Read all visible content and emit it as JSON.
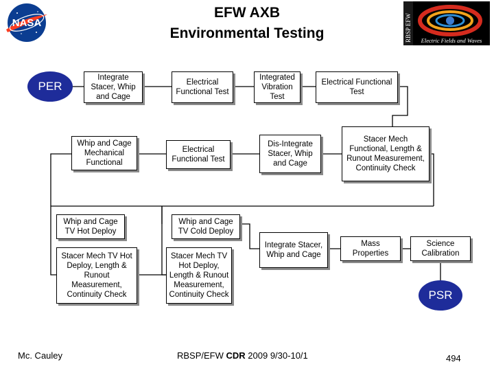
{
  "slide": {
    "title_line1": "EFW AXB",
    "title_line2": "Environmental Testing"
  },
  "logos": {
    "left_text": "NASA",
    "right_side_text": "RBSP EFW",
    "right_bottom_text": "Electric Fields and Waves"
  },
  "flow": {
    "start": "PER",
    "end": "PSR",
    "steps": [
      "Integrate Stacer, Whip and Cage",
      "Electrical Functional Test",
      "Integrated Vibration Test",
      "Electrical Functional Test",
      "Stacer Mech Functional, Length & Runout Measurement, Continuity Check",
      "Dis-Integrate Stacer, Whip and Cage",
      "Electrical Functional Test",
      "Whip and Cage Mechanical Functional",
      "Whip and Cage TV Hot Deploy",
      "Whip and Cage TV Cold Deploy",
      "Stacer Mech TV Hot Deploy, Length & Runout Measurement, Continuity Check",
      "Stacer Mech TV Hot Deploy, Length & Runout Measurement, Continuity Check",
      "Integrate Stacer, Whip and Cage",
      "Mass Properties",
      "Science Calibration"
    ]
  },
  "footer": {
    "author": "Mc. Cauley",
    "center_prefix": "RBSP/EFW ",
    "center_bold": "CDR",
    "center_suffix": " 2009 9/30-10/1",
    "page": "494"
  },
  "colors": {
    "oval": "#1e2c9a",
    "nasa_blue": "#0b3d91",
    "nasa_red": "#fc3d21"
  }
}
